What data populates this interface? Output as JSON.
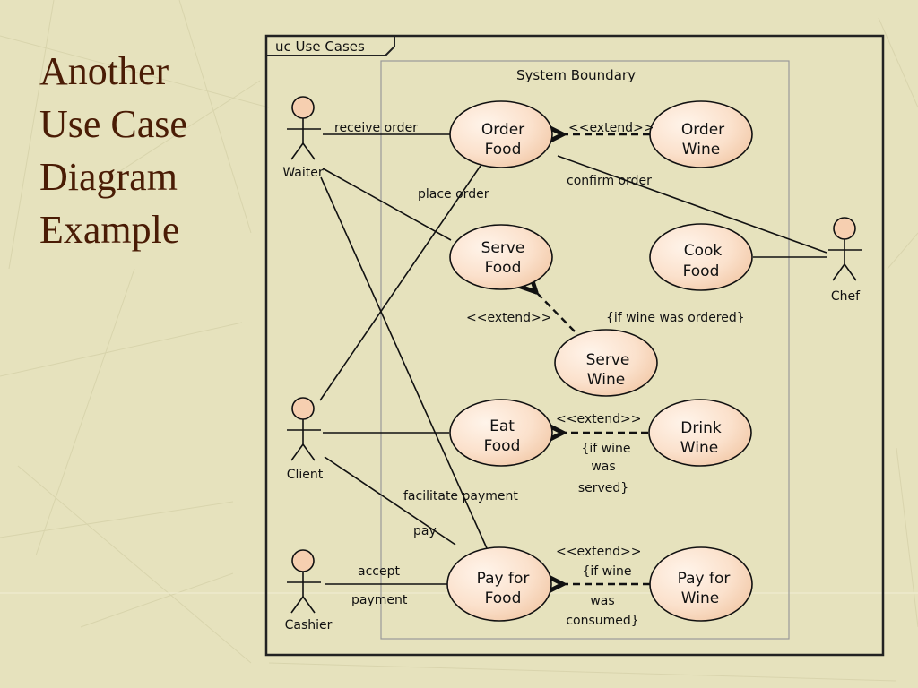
{
  "slide": {
    "title_lines": [
      "Another",
      "Use Case",
      "Diagram",
      "Example"
    ]
  },
  "diagram": {
    "frame_label": "uc Use Cases",
    "boundary_label": "System Boundary",
    "actors": {
      "waiter": "Waiter",
      "chef": "Chef",
      "client": "Client",
      "cashier": "Cashier"
    },
    "use_cases": {
      "order_food": [
        "Order",
        "Food"
      ],
      "order_wine": [
        "Order",
        "Wine"
      ],
      "serve_food": [
        "Serve",
        "Food"
      ],
      "cook_food": [
        "Cook",
        "Food"
      ],
      "serve_wine": [
        "Serve",
        "Wine"
      ],
      "eat_food": [
        "Eat",
        "Food"
      ],
      "drink_wine": [
        "Drink",
        "Wine"
      ],
      "pay_food": [
        "Pay for",
        "Food"
      ],
      "pay_wine": [
        "Pay for",
        "Wine"
      ]
    },
    "association_labels": {
      "receive_order": "receive order",
      "place_order": "place order",
      "confirm_order": "confirm order",
      "facilitate_payment": "facilitate payment",
      "pay": "pay",
      "accept": "accept",
      "payment": "payment"
    },
    "extend_labels": {
      "order_wine": "<<extend>>",
      "serve_wine": "<<extend>>",
      "serve_wine_condition": "{if wine was ordered}",
      "drink_wine": "<<extend>>",
      "drink_wine_condition": [
        "{if wine",
        "was",
        "served}"
      ],
      "pay_wine": "<<extend>>",
      "pay_wine_condition": [
        "{if wine",
        "was",
        "consumed}"
      ]
    }
  },
  "colors": {
    "background": "#e6e2bd",
    "title": "#4a1c05",
    "use_case_fill_light": "#fff4ea",
    "use_case_fill_dark": "#f2c9a8",
    "actor_head": "#f6cfb0",
    "line": "#111111"
  }
}
